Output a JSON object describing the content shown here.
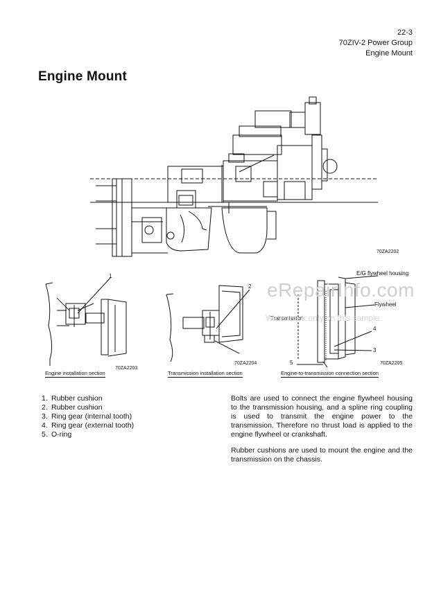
{
  "header": {
    "page_number": "22-3",
    "section": "70ZIV-2 Power Group",
    "topic": "Engine Mount"
  },
  "title": "Engine Mount",
  "main_figure": {
    "code": "70ZA2202"
  },
  "detail_figures": [
    {
      "caption": "Engine installation section",
      "code": "70ZA2203"
    },
    {
      "caption": "Transmission installation section",
      "code": "70ZA2204"
    },
    {
      "caption": "Engine-to-transmission connection section",
      "code": "70ZA2205"
    }
  ],
  "callouts": {
    "n1": "1",
    "n2": "2",
    "n3": "3",
    "n4": "4",
    "n5": "5",
    "eg_flywheel_housing": "E/G flywheel housing",
    "flywheel": "Flywheel",
    "transmission": "Transmission"
  },
  "watermark": {
    "logo": "eRepairInfo.com",
    "note": "Watermark only on this sample"
  },
  "parts_list": [
    {
      "num": "1.",
      "label": "Rubber cushion"
    },
    {
      "num": "2.",
      "label": "Rubber cushion"
    },
    {
      "num": "3.",
      "label": "Ring gear (internal tooth)"
    },
    {
      "num": "4.",
      "label": "Ring gear (external tooth)"
    },
    {
      "num": "5.",
      "label": "O-ring"
    }
  ],
  "description": {
    "para1": "Bolts are used to connect the engine flywheel housing to the transmission housing, and a spline ring coupling is used to transmit the engine power to the transmission. Therefore no thrust load is applied to the engine flywheel or crankshaft.",
    "para2": "Rubber cushions are used to mount the engine and the transmission on the chassis."
  }
}
